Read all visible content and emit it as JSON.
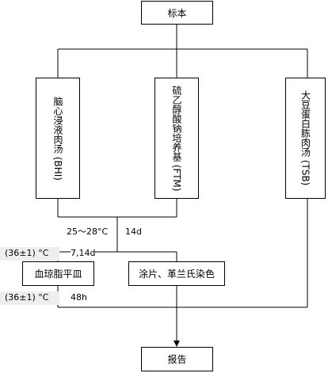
{
  "nodes": {
    "specimen": "标本",
    "bhi": "脑心浸液肉汤 (BHI)",
    "ftm": "硫乙醇酸钠培养基 (FTM)",
    "tsb": "大豆蛋白胨肉汤 (TSB)",
    "blood_agar": "血琼脂平皿",
    "smear": "涂片、革兰氏染色",
    "report": "报告"
  },
  "labels": {
    "temp_low": "25～28°C",
    "days_14": "14d",
    "temp_mid": "(36±1) °C",
    "days_7_14": "7,14d",
    "temp_bottom": "(36±1) °C",
    "hours_48": "48h"
  },
  "colors": {
    "line": "#000000",
    "box_bg": "#ffffff",
    "label_shade": "#eeeeee"
  }
}
